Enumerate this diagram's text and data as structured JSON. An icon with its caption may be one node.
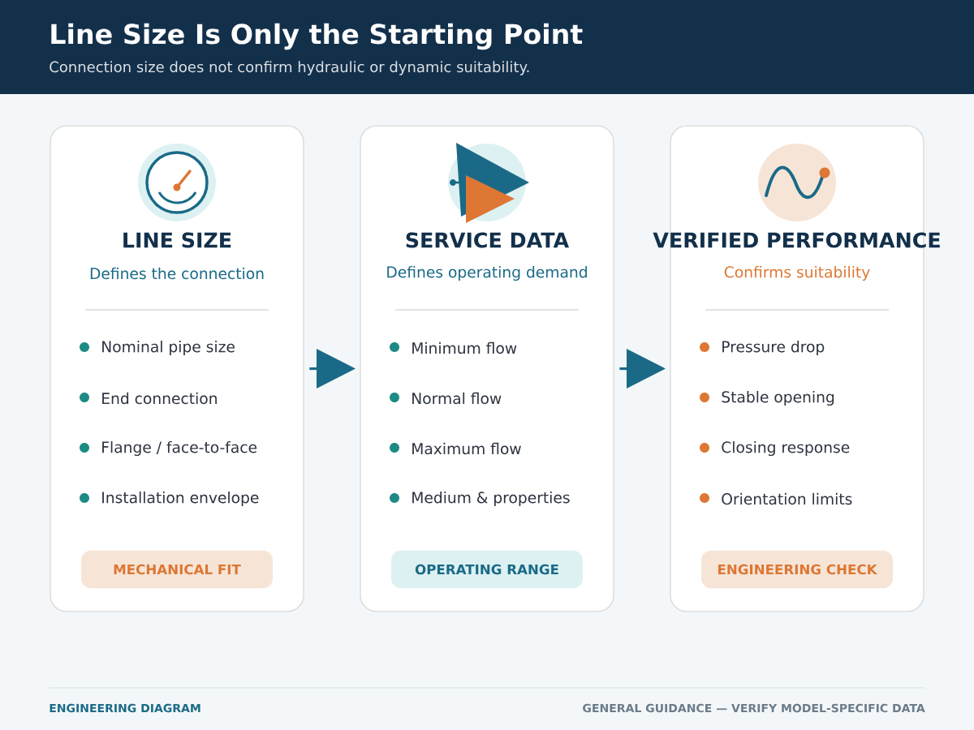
{
  "diagram": {
    "title": "Line Size Is Only the Starting Point",
    "nodes": [
      {
        "text": [
          "LINE SIZE",
          "Defines the connection",
          "Nominal pipe size",
          "End connection",
          "Flange / face-to-face",
          "Installation envelope"
        ]
      },
      {
        "text": [
          "MECHANICAL FIT"
        ],
        "in": 0
      },
      {
        "text": [
          "SERVICE DATA",
          "Defines operating demand",
          "Minimum flow",
          "Normal flow",
          "Maximum flow",
          "Medium & properties"
        ]
      },
      {
        "text": [
          "OPERATING RANGE"
        ],
        "in": 2
      },
      {
        "text": [
          "VERIFIED PERFORMANCE",
          "Confirms suitability",
          "Pressure drop",
          "Stable opening",
          "Closing response",
          "Orientation limits"
        ]
      },
      {
        "text": [
          "ENGINEERING CHECK"
        ],
        "in": 4
      }
    ],
    "edges": [
      {
        "from": 0,
        "to": 2,
        "arrow": "to"
      },
      {
        "from": 2,
        "to": 4,
        "arrow": "to"
      }
    ],
    "labels": [
      "Connection size does not confirm hydraulic or dynamic suitability.",
      "ENGINEERING DIAGRAM",
      "GENERAL GUIDANCE — VERIFY MODEL-SPECIFIC DATA"
    ]
  }
}
